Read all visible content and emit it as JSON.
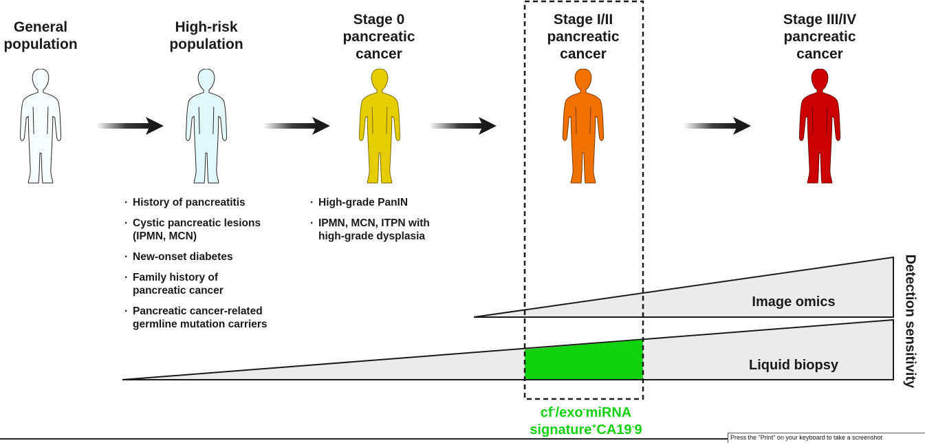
{
  "stages": [
    {
      "title": "General\npopulation",
      "color": "#f6fcfc",
      "name": "general-population"
    },
    {
      "title": "High-risk\npopulation",
      "color": "#e0f8fa",
      "name": "high-risk-population"
    },
    {
      "title": "Stage 0\npancreatic\ncancer",
      "color": "#e5cd00",
      "name": "stage-0"
    },
    {
      "title": "Stage I/II\npancreatic\ncancer",
      "color": "#f07000",
      "name": "stage-1-2"
    },
    {
      "title": "Stage III/IV\npancreatic\ncancer",
      "color": "#cc0000",
      "name": "stage-3-4"
    }
  ],
  "high_risk_factors": [
    "History of pancreatitis",
    "Cystic pancreatic lesions\n(IPMN, MCN)",
    "New-onset diabetes",
    "Family history of\npancreatic cancer",
    "Pancreatic cancer-related\ngermline mutation carriers"
  ],
  "stage0_features": [
    "High-grade PanIN",
    "IPMN, MCN, ITPN with\nhigh-grade dysplasia"
  ],
  "wedges": {
    "image_omics": "Image omics",
    "liquid_biopsy": "Liquid biopsy"
  },
  "axis_label": "Detection sensitivity",
  "biomarker": {
    "line1_a": "cf",
    "line1_sup1": "-",
    "line1_b": "/exo",
    "line1_sup2": "-",
    "line1_c": "miRNA",
    "line2_a": "signature",
    "line2_sup1": "+",
    "line2_b": "CA19",
    "line2_sup2": "-",
    "line2_c": "9"
  },
  "colors": {
    "highlight": "#12d10f",
    "wedge_fill": "#ebebeb",
    "arrow": "#1a1a1a"
  },
  "print_hint": "Press the \"Print\" on your keyboard to take a screenshot"
}
